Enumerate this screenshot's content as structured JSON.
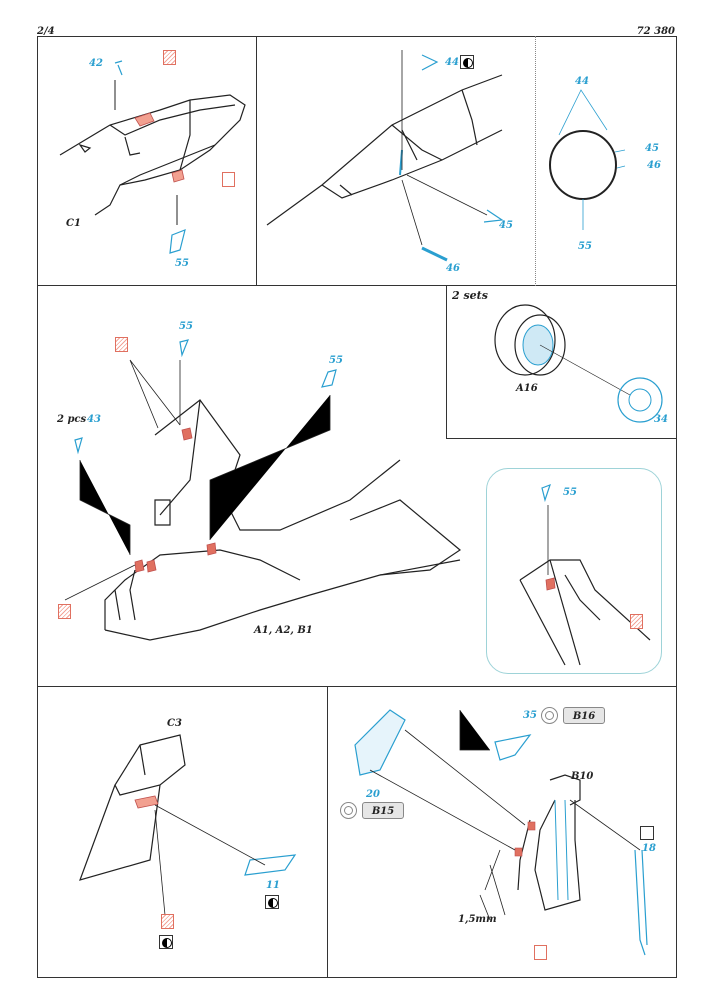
{
  "header": {
    "page": "2/4",
    "product_number": "72 380"
  },
  "panel_1": {
    "label": "C1",
    "parts": [
      "42",
      "55"
    ]
  },
  "panel_2": {
    "parts": [
      "44",
      "45",
      "46"
    ]
  },
  "panel_3": {
    "parts": [
      "44",
      "45",
      "46",
      "55"
    ]
  },
  "panel_4": {
    "note": "2 sets",
    "label": "A16",
    "parts": [
      "34"
    ]
  },
  "panel_5": {
    "note": "2 pcs",
    "label": "A1, A2, B1",
    "parts": [
      "43",
      "55",
      "55",
      "55"
    ]
  },
  "panel_6": {
    "label": "C3",
    "parts": [
      "11"
    ]
  },
  "panel_7": {
    "labels": [
      "B10",
      "B15",
      "B16"
    ],
    "dimension": "1,5mm",
    "parts": [
      "35",
      "20",
      "18"
    ]
  },
  "icons": [
    "yin-yang-symbol",
    "photo-etch-part",
    "plastic-part"
  ],
  "colors": {
    "photo_etch": "#2a9fd0",
    "plastic_highlight": "#e07060",
    "line": "#222222"
  }
}
